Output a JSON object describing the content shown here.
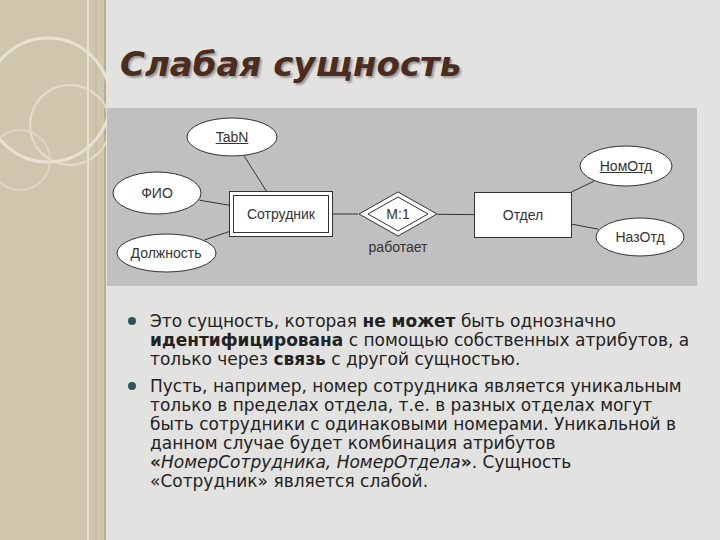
{
  "diagram": {
    "title": "Слабая сущность",
    "nodes": [
      {
        "text": [
          "TabN"
        ]
      },
      {
        "text": [
          "ФИО"
        ]
      },
      {
        "text": [
          "Должность"
        ]
      },
      {
        "text": [
          "Сотрудник"
        ]
      },
      {
        "text": [
          "M:1",
          "работает"
        ]
      },
      {
        "text": [
          "Отдел"
        ]
      },
      {
        "text": [
          "НомОтд"
        ]
      },
      {
        "text": [
          "НазОтд"
        ]
      }
    ],
    "edges": [
      {
        "from": 0,
        "to": 3,
        "arrow": "none"
      },
      {
        "from": 1,
        "to": 3,
        "arrow": "none"
      },
      {
        "from": 2,
        "to": 3,
        "arrow": "none"
      },
      {
        "from": 3,
        "to": 4,
        "arrow": "none"
      },
      {
        "from": 4,
        "to": 5,
        "arrow": "none"
      },
      {
        "from": 5,
        "to": 6,
        "arrow": "none"
      },
      {
        "from": 5,
        "to": 7,
        "arrow": "none"
      }
    ],
    "labels": [
      "Это сущность, которая ",
      "не может",
      " быть однозначно ",
      "идентифицирована",
      " с помощью собственных атрибутов, а только через ",
      "связь",
      " с другой сущностью.",
      "Пусть, например, номер сотрудника является уникальным только в пределах отдела, т.е. в разных отделах могут быть сотрудники с одинаковыми номерами. Уникальной в данном случае будет комбинация атрибутов ",
      "«",
      "НомерСотрудника, НомерОтдела",
      "»",
      ". Сущность «Сотрудник» является слабой."
    ]
  }
}
